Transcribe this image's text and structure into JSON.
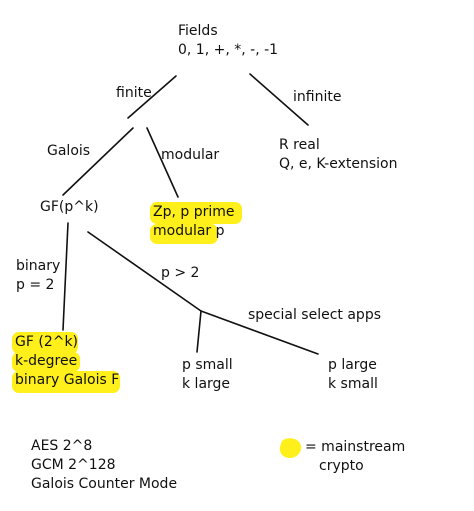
{
  "root": {
    "line1": "Fields",
    "line2": "0, 1, +, *, -, -1"
  },
  "edge_finite": "finite",
  "edge_infinite": "infinite",
  "infinite_node": {
    "line1": "R real",
    "line2": "Q, e, K-extension"
  },
  "edge_galois": "Galois",
  "edge_modular": "modular",
  "gf_node": "GF(p^k)",
  "modular_node": {
    "line1": "Zp, p prime",
    "line2": "modular p"
  },
  "edge_binary": {
    "line1": "binary",
    "line2": "p = 2"
  },
  "edge_p_gt_2": "p > 2",
  "binary_node": {
    "line1": "GF (2^k)",
    "line2": "k-degree",
    "line3": "binary Galois F"
  },
  "edge_special": "special select apps",
  "p_small_node": {
    "line1": "p small",
    "line2": "k large"
  },
  "p_large_node": {
    "line1": "p large",
    "line2": "k small"
  },
  "examples": {
    "line1": "AES 2^8",
    "line2": "GCM 2^128",
    "line3": "Galois Counter Mode"
  },
  "legend": {
    "line1": "= mainstream",
    "line2": "crypto"
  },
  "colors": {
    "highlight": "#ffef1a",
    "ink": "#111111"
  }
}
